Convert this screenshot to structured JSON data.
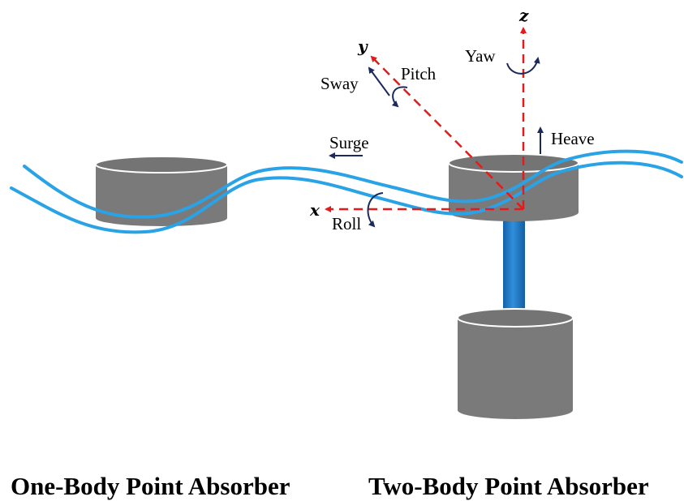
{
  "axes": {
    "x": "x",
    "y": "y",
    "z": "z"
  },
  "motions": {
    "surge": "Surge",
    "sway": "Sway",
    "heave": "Heave",
    "roll": "Roll",
    "pitch": "Pitch",
    "yaw": "Yaw"
  },
  "captions": {
    "one_body": "One-Body Point Absorber",
    "two_body": "Two-Body Point Absorber"
  },
  "colors": {
    "wave": "#2aa3e6",
    "body": "#7a7a7a",
    "axis": "#e31b1b",
    "motion_arrow": "#1b2a5c",
    "spar": "#1e78c8"
  }
}
